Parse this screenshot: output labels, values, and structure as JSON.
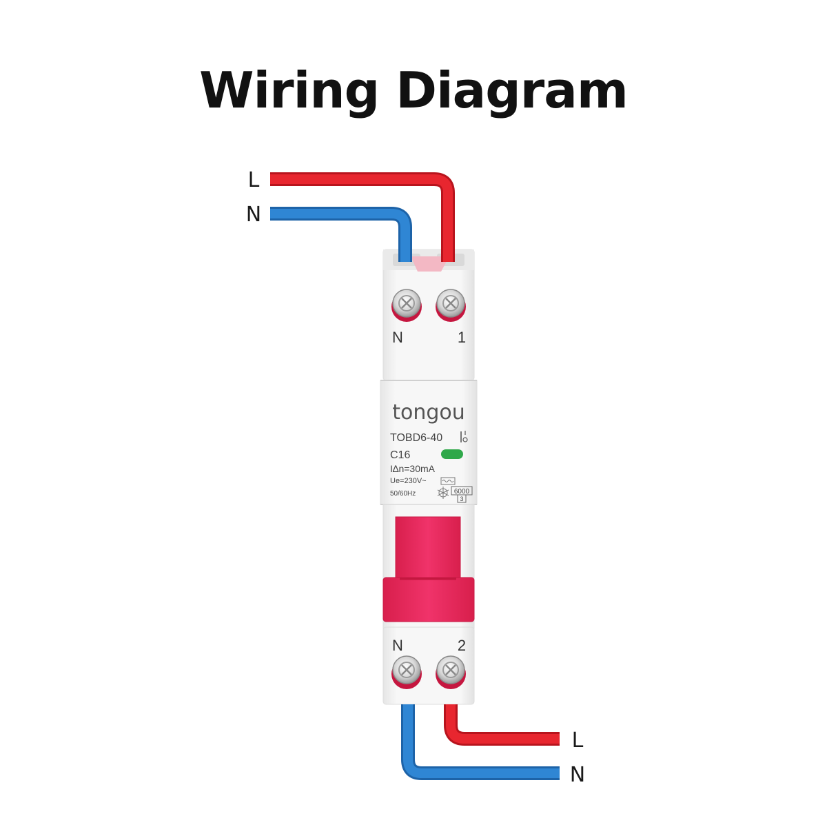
{
  "title": "Wiring Diagram",
  "input": {
    "line_label": "L",
    "neutral_label": "N"
  },
  "output": {
    "line_label": "L",
    "neutral_label": "N"
  },
  "breaker": {
    "top_terminals": [
      "N",
      "1"
    ],
    "bottom_terminals": [
      "N",
      "2"
    ],
    "brand": "tongou",
    "model": "TOBD6-40",
    "rating": "C16",
    "residual_current": "I∆n=30mA",
    "voltage": "Ue=230V~",
    "frequency": "50/60Hz",
    "breaking_capacity": "6000",
    "energy_class": "3"
  },
  "colors": {
    "line_wire": "#e8262f",
    "neutral_wire": "#2f86d4",
    "breaker_body": "#f2f2f2",
    "toggle": "#ee2a5a",
    "indicator": "#2fa84a"
  }
}
